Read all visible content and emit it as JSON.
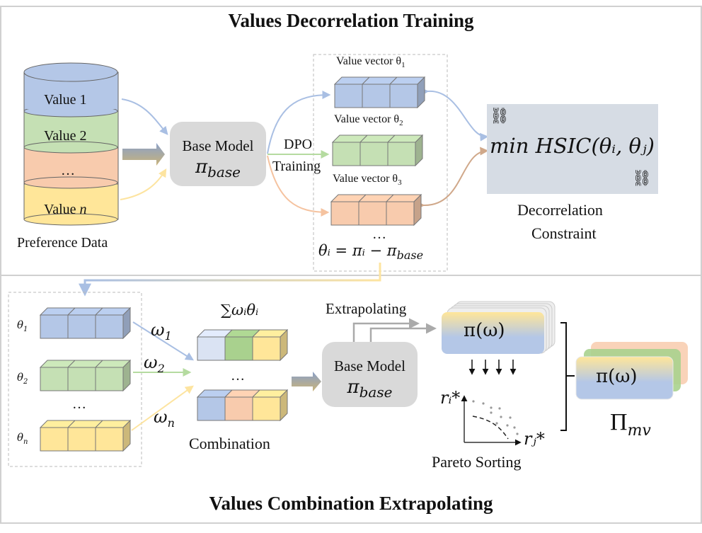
{
  "top_panel": {
    "title": "Values Decorrelation Training",
    "preference_data": {
      "label": "Preference Data",
      "layers": [
        {
          "label": "Value 1",
          "color": "#b4c7e7"
        },
        {
          "label": "Value 2",
          "color": "#c5e0b4"
        },
        {
          "label": "…",
          "color": "#f8cbad"
        },
        {
          "label_prefix": "Value ",
          "label_var": "n",
          "color": "#ffe699"
        }
      ]
    },
    "base_model": {
      "label": "Base Model",
      "symbol": "π",
      "subscript": "base"
    },
    "dpo_label_line1": "DPO",
    "dpo_label_line2": "Training",
    "value_vectors": [
      {
        "label": "Value vector θ",
        "index": "1",
        "color": "#b4c7e7"
      },
      {
        "label": "Value vector θ",
        "index": "2",
        "color": "#c5e0b4"
      },
      {
        "label": "Value vector θ",
        "index": "3",
        "color": "#f8cbad"
      }
    ],
    "vectors_ellipsis": "…",
    "theta_formula": "θᵢ = πᵢ − π",
    "theta_formula_sub": "base",
    "hsic": {
      "expression": "min HSIC(θᵢ, θⱼ)",
      "icon": "broken-chain-icon"
    },
    "constraint_line1": "Decorrelation",
    "constraint_line2": "Constraint"
  },
  "bottom_panel": {
    "title": "Values Combination Extrapolating",
    "theta_list": [
      {
        "symbol": "θ",
        "index": "1",
        "color": "#b4c7e7"
      },
      {
        "symbol": "θ",
        "index": "2",
        "color": "#c5e0b4"
      },
      {
        "symbol": "θ",
        "index": "n",
        "color": "#ffe699"
      }
    ],
    "theta_ellipsis": "…",
    "weights": [
      {
        "symbol": "ω",
        "index": "1"
      },
      {
        "symbol": "ω",
        "index": "2"
      },
      {
        "symbol": "ω",
        "index": "n"
      }
    ],
    "sum_label": "∑ωᵢθᵢ",
    "combination_label": "Combination",
    "combination_ellipsis": "…",
    "combo_vectors": [
      [
        "#dae3f3",
        "#a9d18e",
        "#ffe699"
      ],
      [
        "#b4c7e7",
        "#f8cbad",
        "#ffe699"
      ]
    ],
    "base_model": {
      "label": "Base Model",
      "symbol": "π",
      "subscript": "base"
    },
    "extrapolating_label": "Extrapolating",
    "policy_label": "π(ω)",
    "pareto": {
      "y_axis": "rᵢ*",
      "x_axis": "rⱼ*",
      "label": "Pareto Sorting"
    },
    "final_label": "π(ω)",
    "final_set": "Π",
    "final_set_sub": "mv"
  }
}
